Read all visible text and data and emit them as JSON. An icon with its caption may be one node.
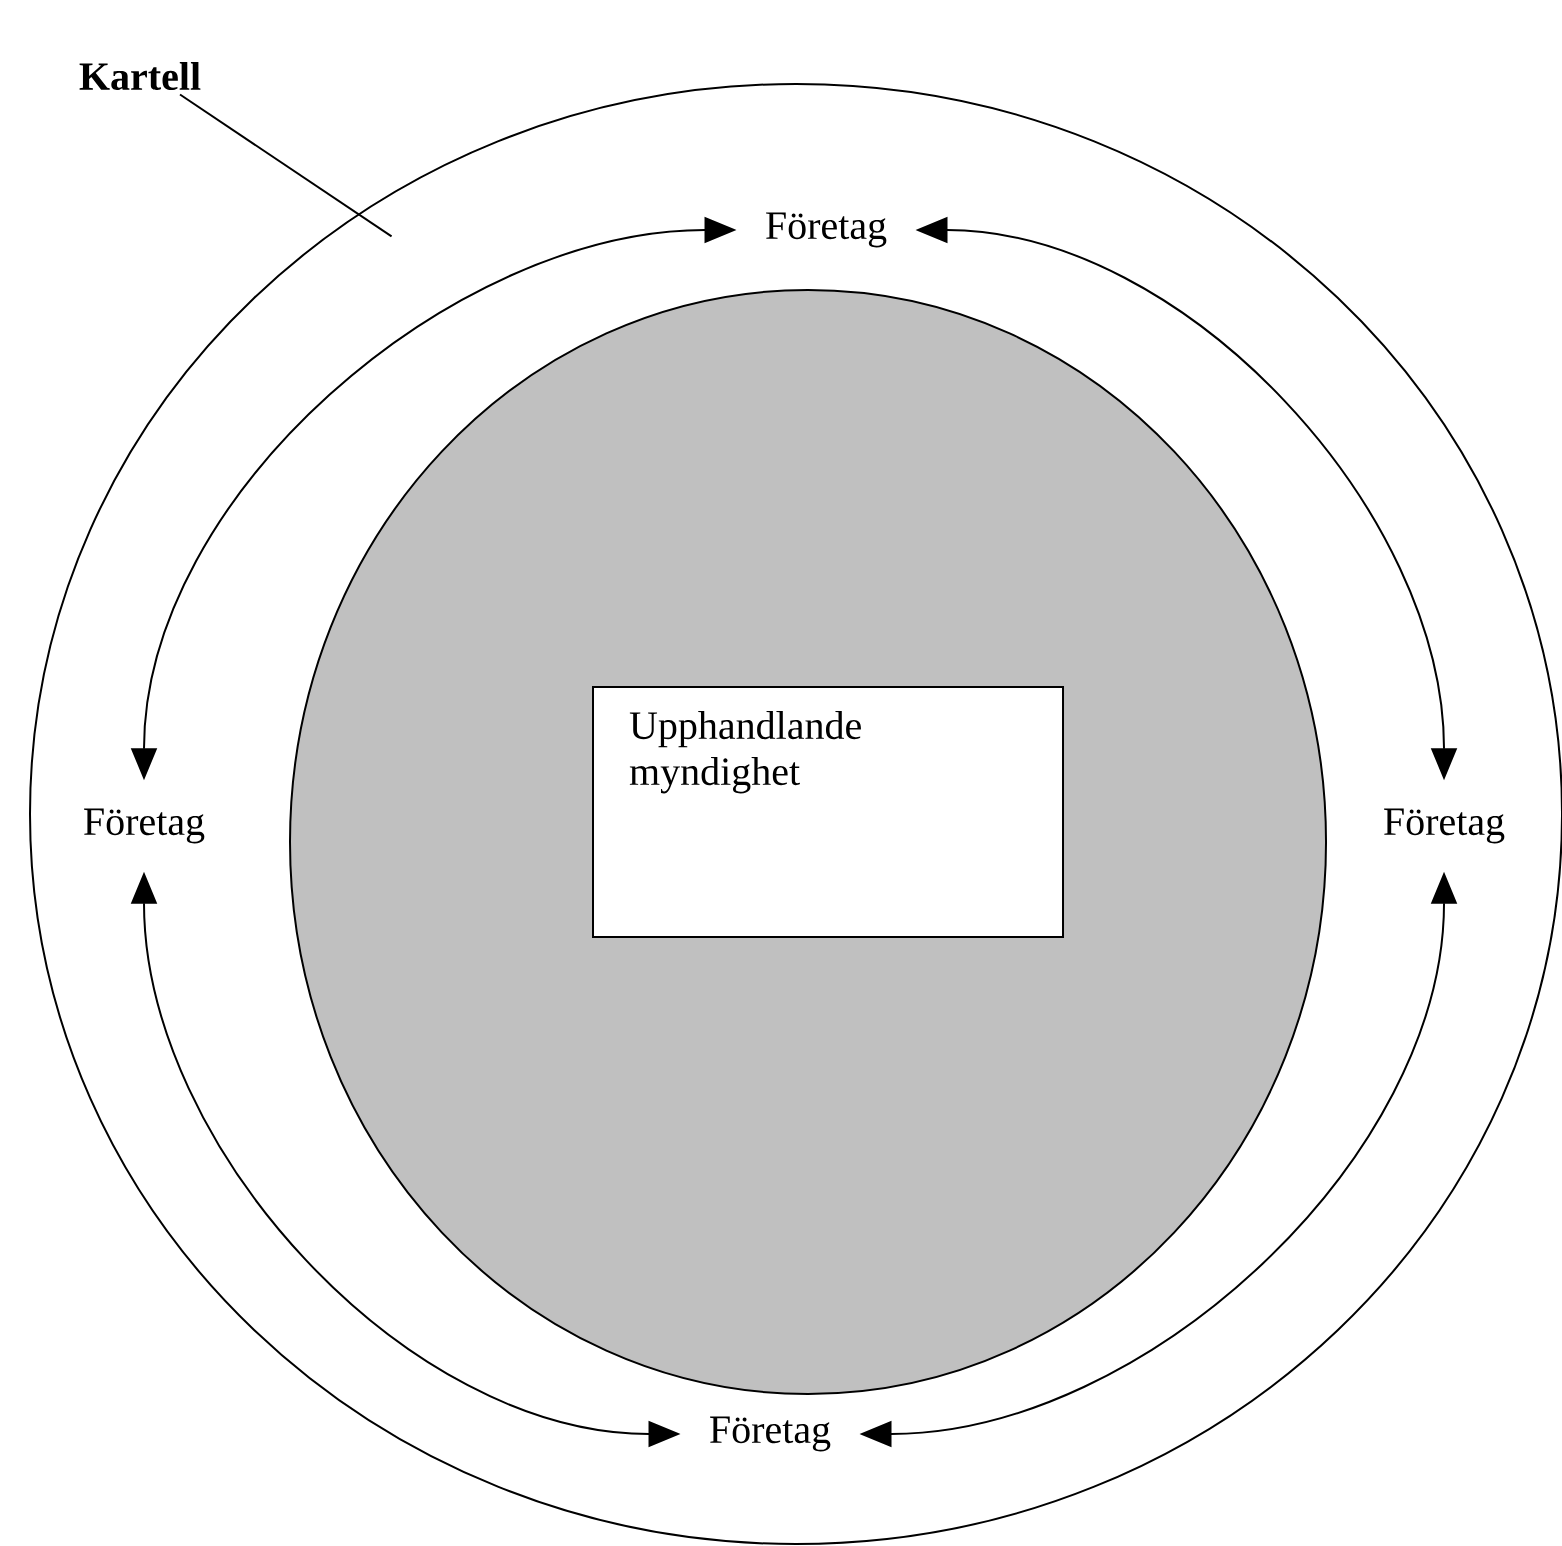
{
  "diagram": {
    "nodes": [
      {
        "text": [
          "Kartell"
        ]
      },
      {
        "text": [],
        "shape": "circle"
      },
      {
        "text": [
          "Företag"
        ],
        "in": 1
      },
      {
        "text": [],
        "shape": "circle",
        "in": 1
      },
      {
        "text": [
          "Upphandlande myndighet"
        ],
        "in": 3
      },
      {
        "text": [
          "Företag"
        ],
        "in": 1
      },
      {
        "text": [
          "Företag"
        ],
        "in": 1
      },
      {
        "text": [
          "Företag"
        ],
        "in": 1
      }
    ],
    "edges": [
      {
        "from": 0,
        "to": 1,
        "arrow": "none"
      },
      {
        "from": 2,
        "to": 5,
        "arrow": "both"
      },
      {
        "from": 2,
        "to": 6,
        "arrow": "both"
      },
      {
        "from": 5,
        "to": 7,
        "arrow": "both"
      },
      {
        "from": 6,
        "to": 7,
        "arrow": "both"
      }
    ]
  }
}
